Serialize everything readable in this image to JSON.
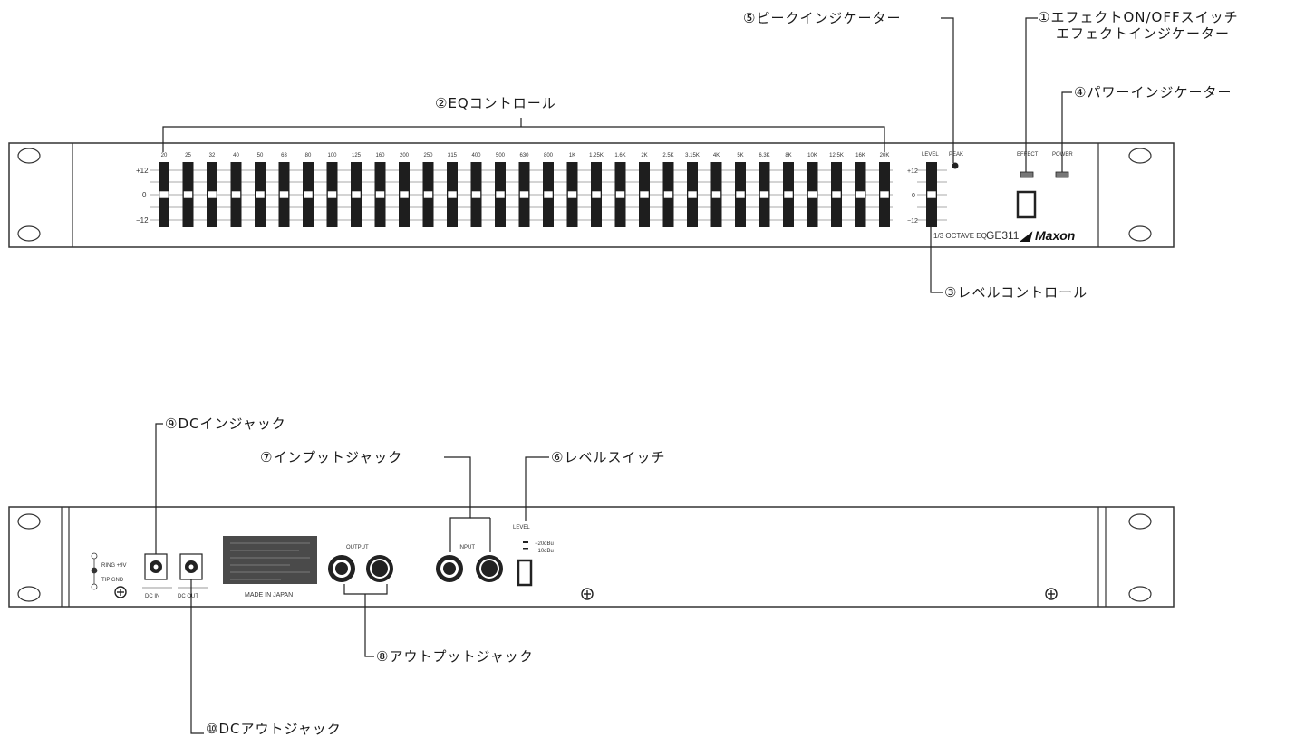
{
  "callouts": {
    "c1_line1": "①エフェクトON/OFFスイッチ",
    "c1_line2": "エフェクトインジケーター",
    "c2": "②EQコントロール",
    "c3": "③レベルコントロール",
    "c4": "④パワーインジケーター",
    "c5": "⑤ピークインジケーター",
    "c6": "⑥レベルスイッチ",
    "c7": "⑦インプットジャック",
    "c8": "⑧アウトプットジャック",
    "c9": "⑨DCインジャック",
    "c10": "⑩DCアウトジャック"
  },
  "front_panel": {
    "bands": [
      "20",
      "25",
      "32",
      "40",
      "50",
      "63",
      "80",
      "100",
      "125",
      "160",
      "200",
      "250",
      "315",
      "400",
      "500",
      "630",
      "800",
      "1K",
      "1.25K",
      "1.6K",
      "2K",
      "2.5K",
      "3.15K",
      "4K",
      "5K",
      "6.3K",
      "8K",
      "10K",
      "12.5K",
      "16K",
      "20K"
    ],
    "scale": {
      "top": "+12",
      "mid": "0",
      "bottom": "−12"
    },
    "level_label": "LEVEL",
    "peak_label": "PEAK",
    "effect_label": "EFFECT",
    "power_label": "POWER",
    "model_label": "1/3 OCTAVE EQ",
    "model_number": "GE311",
    "brand": "Maxon"
  },
  "rear_panel": {
    "ring_label": "RING +9V",
    "tip_label": "TIP GND",
    "dc_in_label": "DC IN",
    "dc_out_label": "DC OUT",
    "made_in": "MADE IN JAPAN",
    "output_label": "OUTPUT",
    "input_label": "INPUT",
    "level_label": "LEVEL",
    "level_option_high": "−20dBu",
    "level_option_low": "+10dBu"
  }
}
